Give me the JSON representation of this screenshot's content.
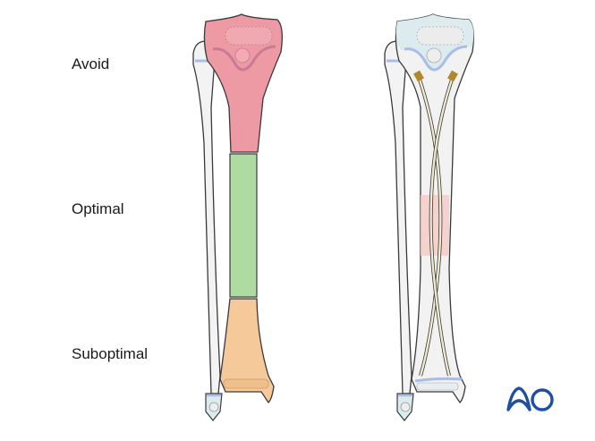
{
  "labels": {
    "avoid": "Avoid",
    "optimal": "Optimal",
    "suboptimal": "Suboptimal"
  },
  "logo": {
    "text": "AO",
    "color": "#1f4fa3"
  },
  "zones": {
    "avoid_color": "#ee9aa5",
    "optimal_color": "#aedba0",
    "suboptimal_color": "#f5c99a",
    "target_band_color": "#f6c9c6"
  },
  "colors": {
    "bone_fill": "#f2f2f2",
    "outline": "#3a3a3a",
    "growth_plate": "#a9bde6",
    "epiphysis": "#dcecee",
    "nail": "#f1ead0"
  }
}
